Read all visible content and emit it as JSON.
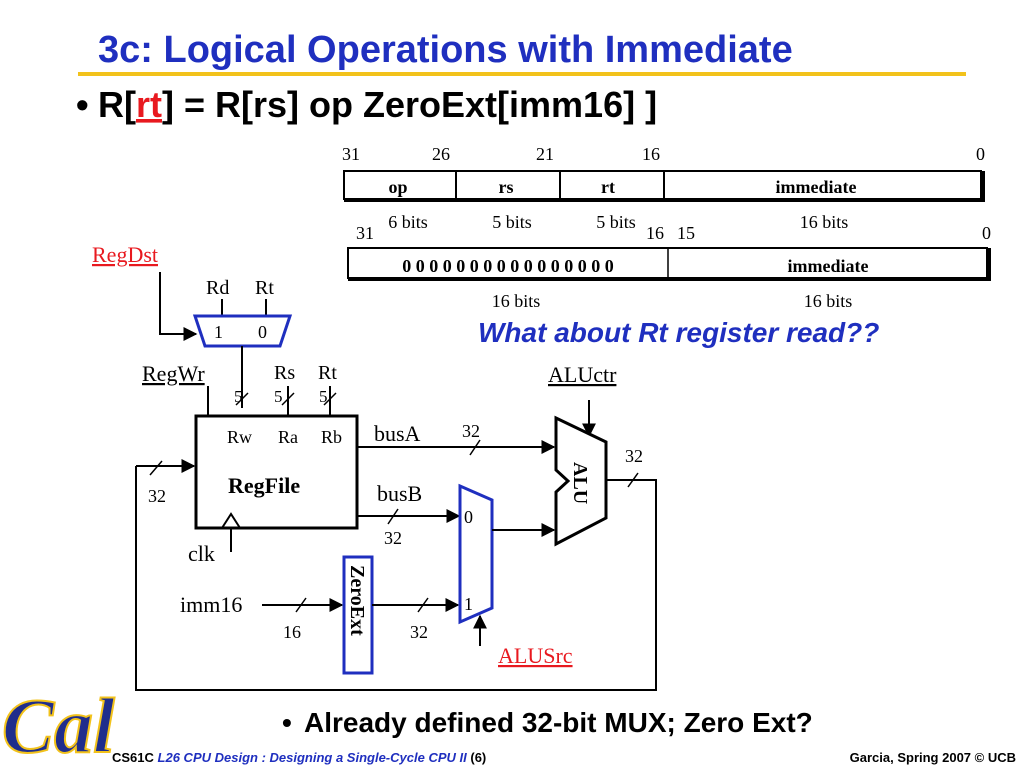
{
  "slide": {
    "title": "3c: Logical Operations with Immediate",
    "bullet_main": {
      "prefix": "R[",
      "rt": "rt",
      "suffix": "] = R[rs] op ZeroExt[imm16] ]"
    },
    "question": "What about Rt register read??",
    "bottom_bullet": "Already defined 32-bit MUX; Zero Ext?"
  },
  "format1": {
    "bit_positions": [
      "31",
      "26",
      "21",
      "16",
      "0"
    ],
    "fields": [
      "op",
      "rs",
      "rt",
      "immediate"
    ],
    "widths": [
      "6 bits",
      "5 bits",
      "5 bits",
      "16 bits"
    ]
  },
  "format2": {
    "bit_positions": [
      "31",
      "16",
      "15",
      "0"
    ],
    "fields": [
      "0 0 0 0 0 0 0 0 0 0 0 0 0 0 0 0",
      "immediate"
    ],
    "widths": [
      "16 bits",
      "16 bits"
    ]
  },
  "datapath": {
    "regdst": "RegDst",
    "rd": "Rd",
    "rt": "Rt",
    "mux_in1": "1",
    "mux_in0": "0",
    "regwr": "RegWr",
    "rs": "Rs",
    "rt2": "Rt",
    "w5": "5",
    "rw": "Rw",
    "ra": "Ra",
    "rb": "Rb",
    "regfile": "RegFile",
    "busa": "busA",
    "busb": "busB",
    "w32": "32",
    "clk": "clk",
    "imm16": "imm16",
    "w16": "16",
    "zeroext": "ZeroExt",
    "alumux_in0": "0",
    "alumux_in1": "1",
    "aluctr": "ALUctr",
    "alu": "ALU",
    "alusrc": "ALUSrc"
  },
  "footer": {
    "course": "CS61C",
    "lecture": "L26 CPU Design : Designing a Single-Cycle CPU II",
    "page": "(6)",
    "credit": "Garcia, Spring 2007 © UCB",
    "logo_text": "Cal"
  },
  "colors": {
    "title": "#1f2fbf",
    "rule": "#f2c21b",
    "red": "#e8191f",
    "blue": "#1f2fbf",
    "logo": "#1f2d8c"
  }
}
